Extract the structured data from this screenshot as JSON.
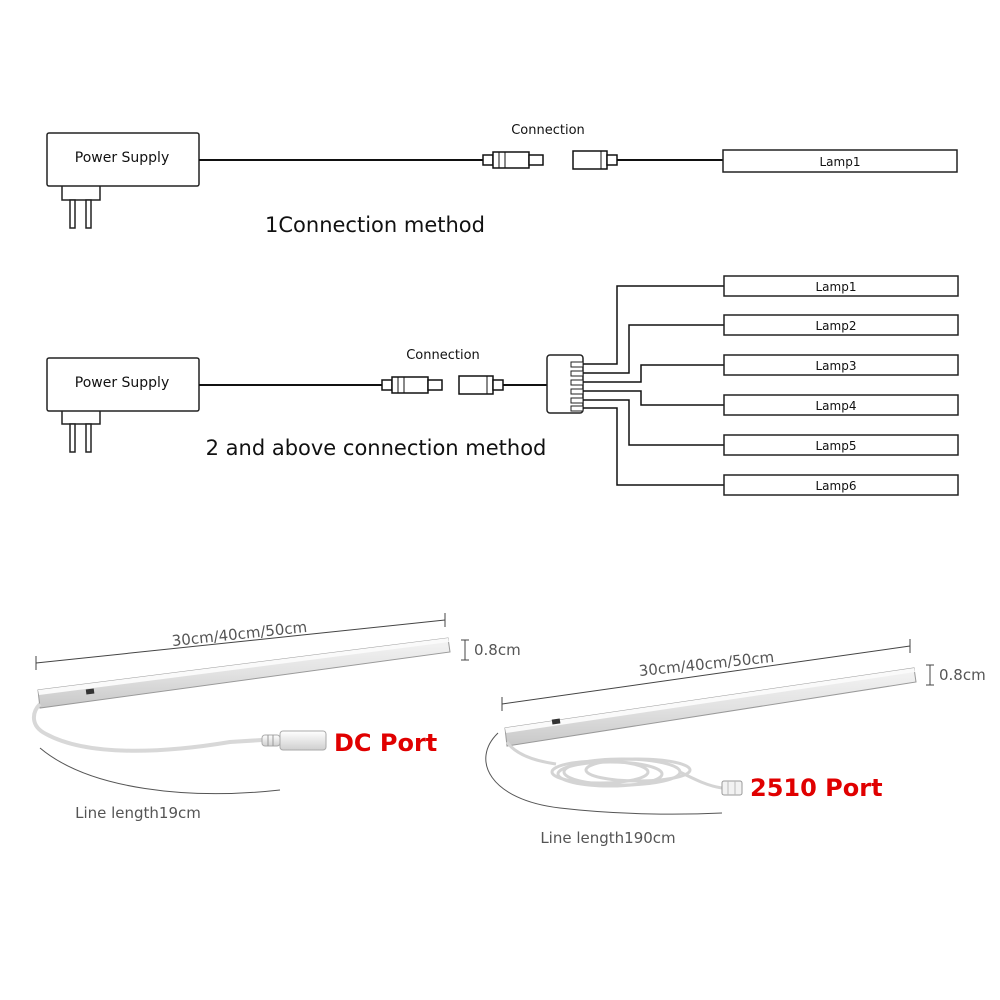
{
  "diagram1": {
    "power_supply_label": "Power Supply",
    "connection_label": "Connection",
    "lamp_label": "Lamp1",
    "method_title": "1Connection method"
  },
  "diagram2": {
    "power_supply_label": "Power Supply",
    "connection_label": "Connection",
    "lamps": [
      "Lamp1",
      "Lamp2",
      "Lamp3",
      "Lamp4",
      "Lamp5",
      "Lamp6"
    ],
    "method_title": "2 and above connection method"
  },
  "product_left": {
    "length_label": "30cm/40cm/50cm",
    "thickness_label": "0.8cm",
    "port_label": "DC Port",
    "line_length_label": "Line length19cm"
  },
  "product_right": {
    "length_label": "30cm/40cm/50cm",
    "thickness_label": "0.8cm",
    "port_label": "2510 Port",
    "line_length_label": "Line length190cm"
  },
  "colors": {
    "port_label": "#e00000",
    "line": "#111111",
    "caption": "#555555"
  }
}
